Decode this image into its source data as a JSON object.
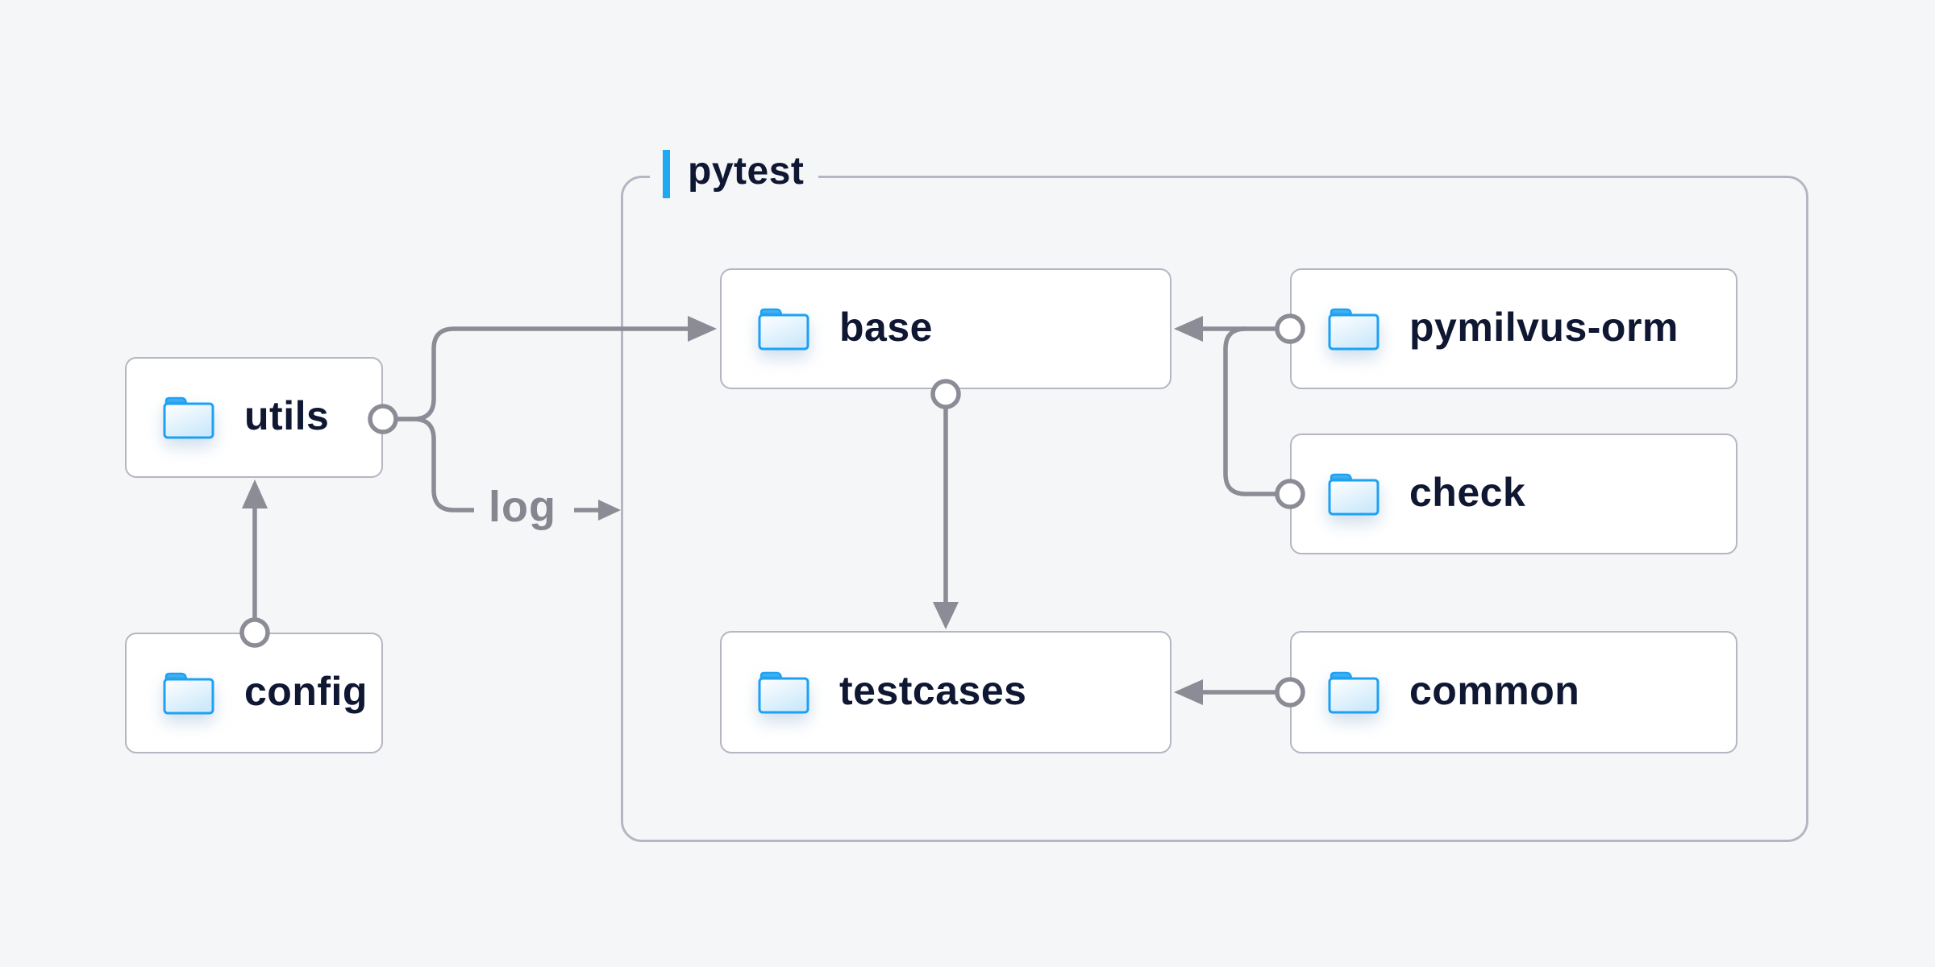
{
  "diagram": {
    "group": {
      "label": "pytest"
    },
    "nodes": [
      {
        "id": "utils",
        "label": "utils"
      },
      {
        "id": "config",
        "label": "config"
      },
      {
        "id": "base",
        "label": "base"
      },
      {
        "id": "pymilvus-orm",
        "label": "pymilvus-orm"
      },
      {
        "id": "check",
        "label": "check"
      },
      {
        "id": "testcases",
        "label": "testcases"
      },
      {
        "id": "common",
        "label": "common"
      }
    ],
    "annotations": {
      "log_label": "log"
    },
    "edges": [
      {
        "from": "config",
        "to": "utils"
      },
      {
        "from": "utils",
        "to": "base"
      },
      {
        "from": "utils",
        "to": "log"
      },
      {
        "from": "base",
        "to": "testcases"
      },
      {
        "from": "pymilvus-orm",
        "to": "base"
      },
      {
        "from": "check",
        "to": "base"
      },
      {
        "from": "common",
        "to": "testcases"
      }
    ],
    "colors": {
      "background": "#f5f6f8",
      "box_fill": "#ffffff",
      "box_border": "#b5b6c2",
      "text": "#0f1733",
      "connector": "#8b8c95",
      "accent_blue": "#1fa9f2",
      "log_text": "#85868f"
    }
  }
}
